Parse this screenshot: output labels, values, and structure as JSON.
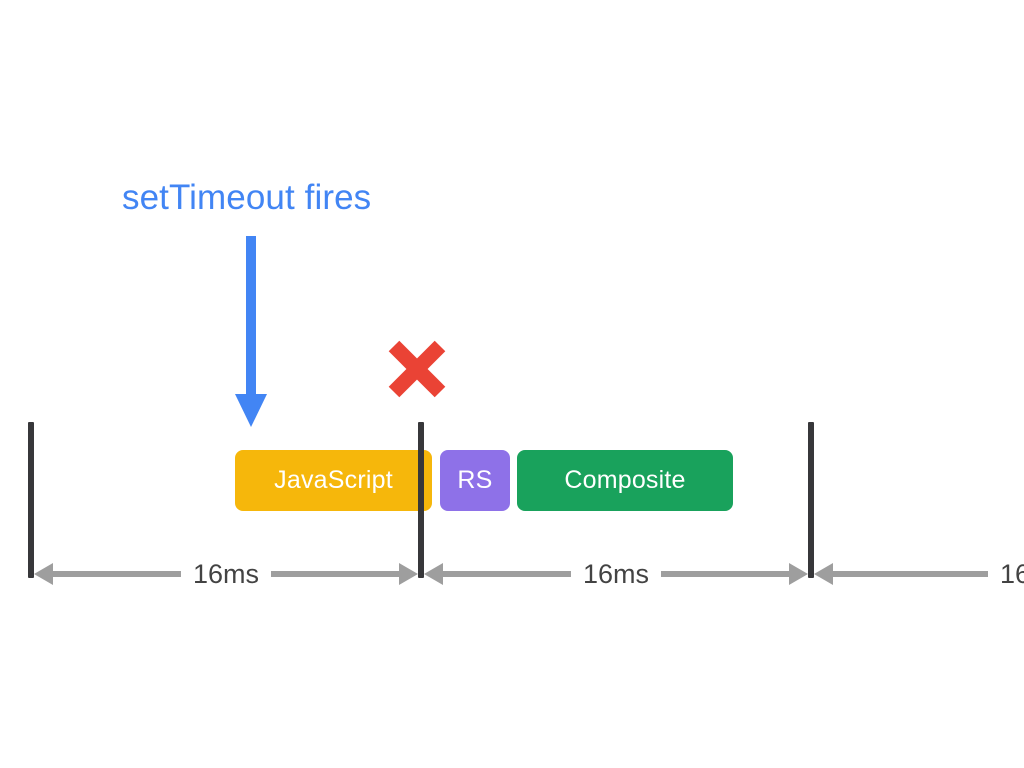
{
  "diagram": {
    "title_annotation": "setTimeout fires",
    "colors": {
      "annotation_blue": "#4285F4",
      "javascript_amber": "#F6B70B",
      "recalc_style_purple": "#8E71E8",
      "composite_green": "#19A25C",
      "x_mark_red": "#EA4335",
      "tick_dark": "#37373A",
      "measure_gray": "#9E9E9E",
      "measure_text": "#434343",
      "background": "#FFFFFF"
    },
    "icons": {
      "down_arrow": "down-arrow-icon",
      "x_mark": "red-x-icon"
    },
    "bars": [
      {
        "id": "javascript",
        "label": "JavaScript",
        "color": "#F6B70B"
      },
      {
        "id": "recalc-style",
        "label": "RS",
        "color": "#8E71E8"
      },
      {
        "id": "composite",
        "label": "Composite",
        "color": "#19A25C"
      }
    ],
    "frame_ticks": [
      {
        "id": "frame-boundary-0"
      },
      {
        "id": "frame-boundary-1"
      },
      {
        "id": "frame-boundary-2"
      }
    ],
    "measurements": [
      {
        "id": "interval-1",
        "label": "16ms"
      },
      {
        "id": "interval-2",
        "label": "16ms"
      },
      {
        "id": "interval-3",
        "label": "16"
      }
    ]
  }
}
